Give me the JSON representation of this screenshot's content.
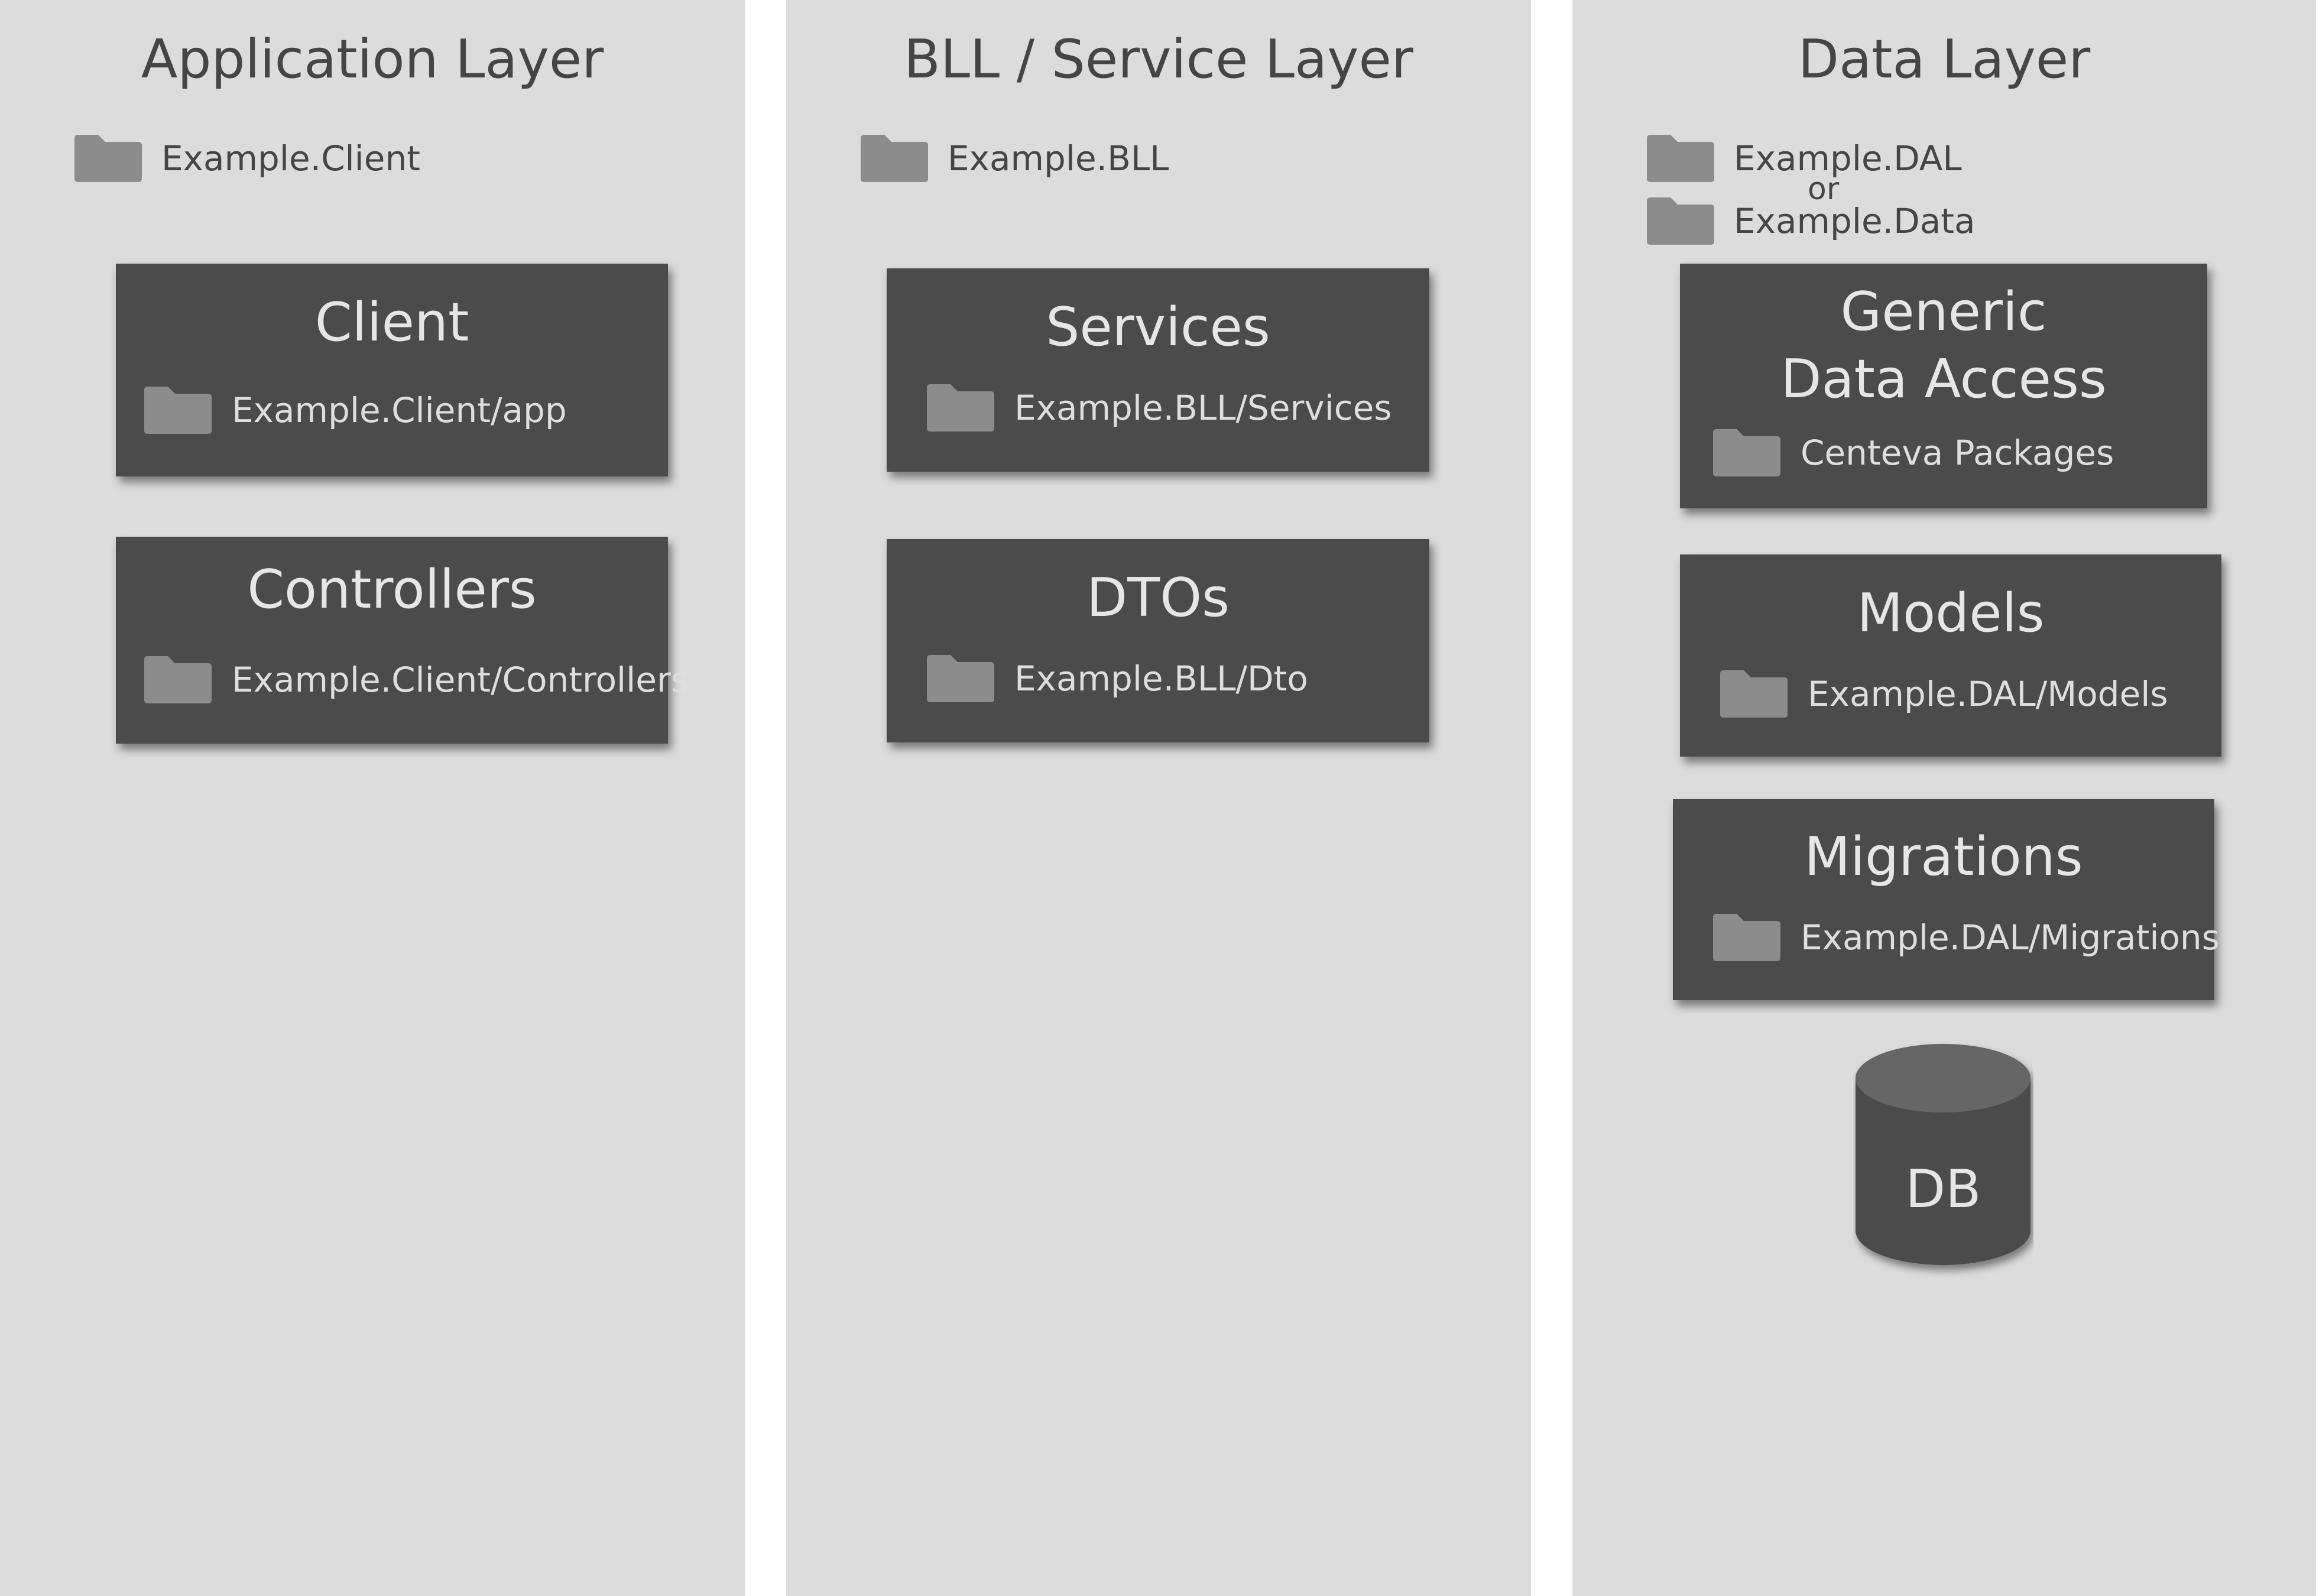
{
  "columns": {
    "application": {
      "title": "Application Layer",
      "root_folder": "Example.Client",
      "boxes": [
        {
          "title": "Client",
          "path": "Example.Client/app"
        },
        {
          "title": "Controllers",
          "path": "Example.Client/Controllers"
        }
      ]
    },
    "bll": {
      "title": "BLL / Service Layer",
      "root_folder": "Example.BLL",
      "boxes": [
        {
          "title": "Services",
          "path": "Example.BLL/Services"
        },
        {
          "title": "DTOs",
          "path": "Example.BLL/Dto"
        }
      ]
    },
    "data": {
      "title": "Data Layer",
      "root_folder_1": "Example.DAL",
      "or_text": "or",
      "root_folder_2": "Example.Data",
      "boxes": [
        {
          "title_line1": "Generic",
          "title_line2": "Data Access",
          "path": "Centeva Packages"
        },
        {
          "title": "Models",
          "path": "Example.DAL/Models"
        },
        {
          "title": "Migrations",
          "path": "Example.DAL/Migrations"
        }
      ],
      "db_label": "DB"
    }
  },
  "colors": {
    "column_bg": "#dcdcdc",
    "box_bg": "#4b4b4b",
    "folder_icon": "#8c8c8c",
    "title_text": "#454545",
    "box_text": "#e6e6e6",
    "db_body": "#4b4b4b",
    "db_top": "#666666"
  }
}
